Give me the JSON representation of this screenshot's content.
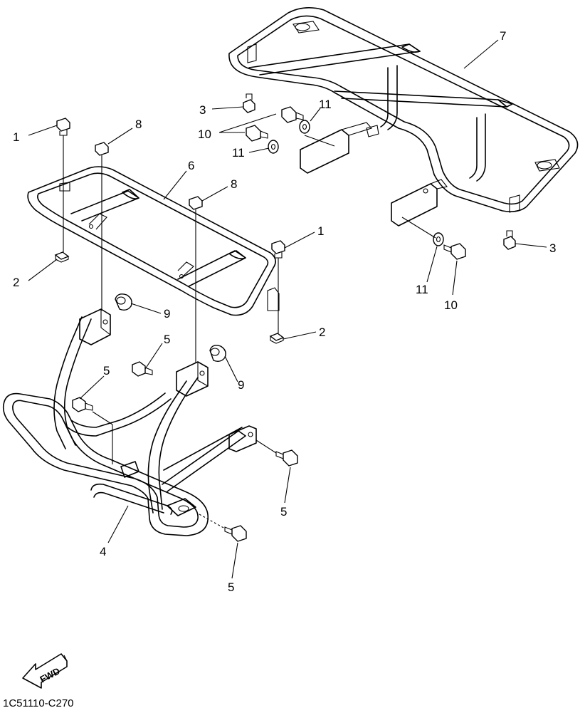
{
  "callouts": [
    {
      "id": "c1a",
      "label": "1"
    },
    {
      "id": "c1b",
      "label": "1"
    },
    {
      "id": "c2a",
      "label": "2"
    },
    {
      "id": "c2b",
      "label": "2"
    },
    {
      "id": "c3a",
      "label": "3"
    },
    {
      "id": "c3b",
      "label": "3"
    },
    {
      "id": "c4",
      "label": "4"
    },
    {
      "id": "c5a",
      "label": "5"
    },
    {
      "id": "c5b",
      "label": "5"
    },
    {
      "id": "c5c",
      "label": "5"
    },
    {
      "id": "c5d",
      "label": "5"
    },
    {
      "id": "c6",
      "label": "6"
    },
    {
      "id": "c7",
      "label": "7"
    },
    {
      "id": "c8a",
      "label": "8"
    },
    {
      "id": "c8b",
      "label": "8"
    },
    {
      "id": "c9a",
      "label": "9"
    },
    {
      "id": "c9b",
      "label": "9"
    },
    {
      "id": "c10a",
      "label": "10"
    },
    {
      "id": "c10b",
      "label": "10"
    },
    {
      "id": "c11a",
      "label": "11"
    },
    {
      "id": "c11b",
      "label": "11"
    },
    {
      "id": "c11c",
      "label": "11"
    }
  ],
  "fwd_label": "FWD",
  "diagram_code": "1C51110-C270"
}
